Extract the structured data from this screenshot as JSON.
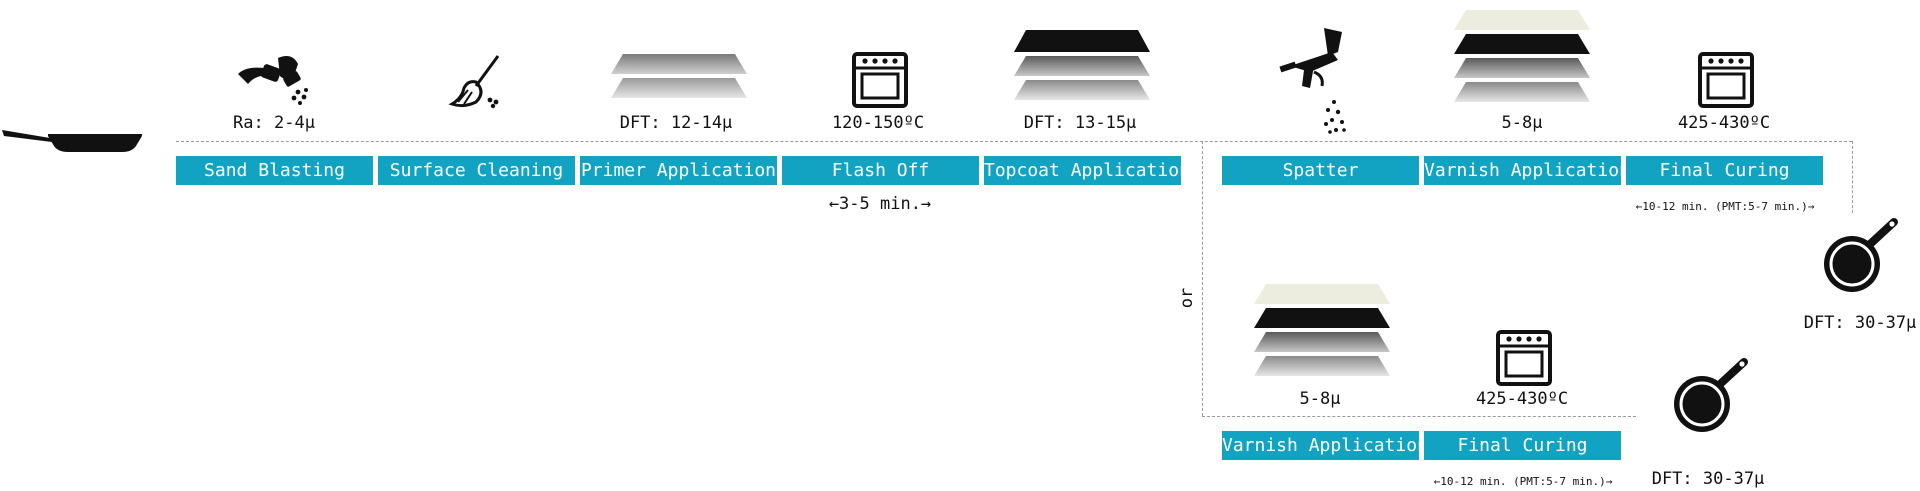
{
  "colors": {
    "step_bg": "#12a3c2",
    "step_text": "#ffffff"
  },
  "top_row": {
    "steps": [
      {
        "label": "Sand Blasting",
        "param": "Ra: 2-4µ",
        "icon": "sandblast-icon"
      },
      {
        "label": "Surface Cleaning",
        "param": "",
        "icon": "broom-icon"
      },
      {
        "label": "Primer Application",
        "param": "DFT: 12-14µ",
        "icon": "layers-icon"
      },
      {
        "label": "Flash Off",
        "param": "120-150ºC",
        "icon": "oven-icon"
      },
      {
        "label": "Topcoat Application",
        "param": "DFT: 13-15µ",
        "icon": "layers-icon"
      },
      {
        "label": "Spatter",
        "param": "",
        "icon": "spray-gun-icon"
      },
      {
        "label": "Varnish Application",
        "param": "5-8µ",
        "icon": "layers-icon"
      },
      {
        "label": "Final Curing",
        "param": "425-430ºC",
        "icon": "oven-icon"
      }
    ],
    "flash_time": "←3-5 min.→",
    "curing_time": "←10-12 min. (PMT:5-7 min.)→",
    "result": "DFT: 30-37µ"
  },
  "branch": {
    "or_label": "or",
    "steps": [
      {
        "label": "Varnish Application",
        "param": "5-8µ",
        "icon": "layers-icon"
      },
      {
        "label": "Final Curing",
        "param": "425-430ºC",
        "icon": "oven-icon"
      }
    ],
    "curing_time": "←10-12 min. (PMT:5-7 min.)→",
    "result": "DFT: 30-37µ"
  }
}
